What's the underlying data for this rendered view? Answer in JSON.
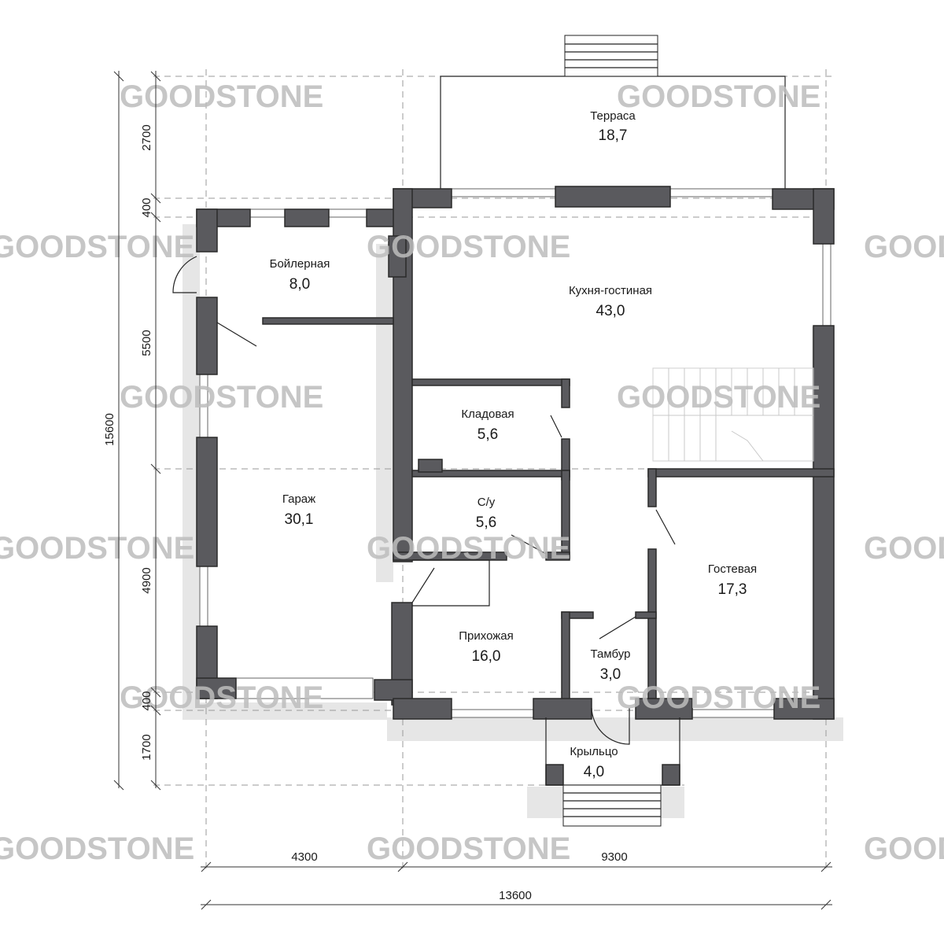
{
  "watermark": "GOODSTONE",
  "rooms": {
    "terrace": {
      "name": "Терраса",
      "area": "18,7"
    },
    "boiler": {
      "name": "Бойлерная",
      "area": "8,0"
    },
    "kitchen": {
      "name": "Кухня-гостиная",
      "area": "43,0"
    },
    "pantry": {
      "name": "Кладовая",
      "area": "5,6"
    },
    "garage": {
      "name": "Гараж",
      "area": "30,1"
    },
    "bathroom": {
      "name": "С/у",
      "area": "5,6"
    },
    "guest": {
      "name": "Гостевая",
      "area": "17,3"
    },
    "hall": {
      "name": "Прихожая",
      "area": "16,0"
    },
    "vestibule": {
      "name": "Тамбур",
      "area": "3,0"
    },
    "porch": {
      "name": "Крыльцо",
      "area": "4,0"
    }
  },
  "dimensions": {
    "vertical": [
      "2700",
      "400",
      "5500",
      "4900",
      "400",
      "1700"
    ],
    "total_vertical": "15600",
    "horizontal": [
      "4300",
      "9300"
    ],
    "total_horizontal": "13600"
  },
  "colors": {
    "wall": "#5a5a5e",
    "watermark": "#bdbdbd"
  }
}
